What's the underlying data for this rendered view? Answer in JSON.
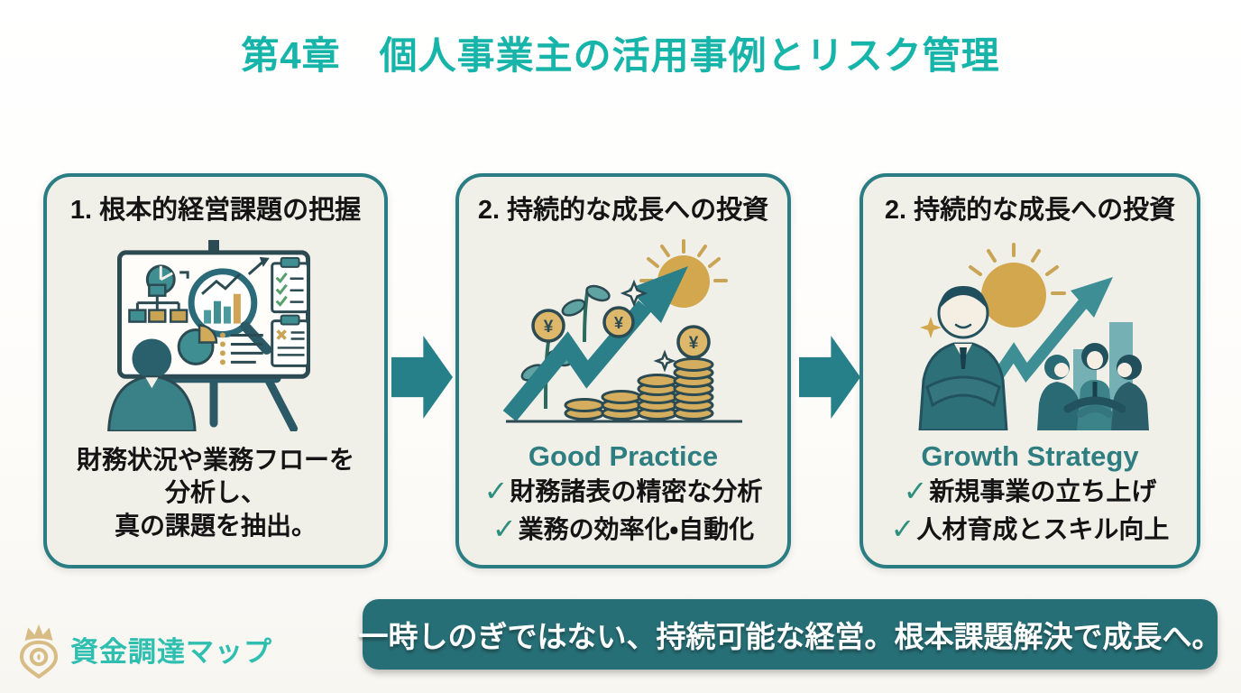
{
  "page": {
    "title": "第4章　個人事業主の活用事例とリスク管理"
  },
  "glyphs": {
    "check": "✓"
  },
  "cards": [
    {
      "number_title": "1. 根本的経営課題の把握",
      "description_lines": [
        "財務状況や業務フローを",
        "分析し、",
        "真の課題を抽出。"
      ],
      "illustration": "presentation-analysis"
    },
    {
      "number_title": "2. 持続的な成長への投資",
      "subtitle": "Good Practice",
      "checklist": [
        "財務諸表の精密な分析",
        "業務の効率化・自動化"
      ],
      "illustration": "growth-chart-coins"
    },
    {
      "number_title": "2. 持続的な成長への投資",
      "subtitle": "Growth Strategy",
      "checklist": [
        "新規事業の立ち上げ",
        "人材育成とスキル向上"
      ],
      "illustration": "team-growth"
    }
  ],
  "banner": {
    "text": "一時しのぎではない、持続可能な経営。根本課題解決で成長へ。"
  },
  "logo": {
    "brand_name": "資金調達マップ"
  },
  "colors": {
    "title_teal": "#17b4a9",
    "card_border_teal": "#2a7d82",
    "card_background": "#f0efe8",
    "arrow_teal": "#26808a",
    "banner_background": "#276f76",
    "banner_text": "#ffffff",
    "subtitle_teal": "#2e7d80",
    "check_teal": "#2f8f7f",
    "gold": "#d2a74e",
    "figure_dark_teal": "#2a5f6c",
    "logo_teal": "#2fbfb0",
    "logo_gold": "#d8bc85",
    "body_text": "#141414"
  }
}
